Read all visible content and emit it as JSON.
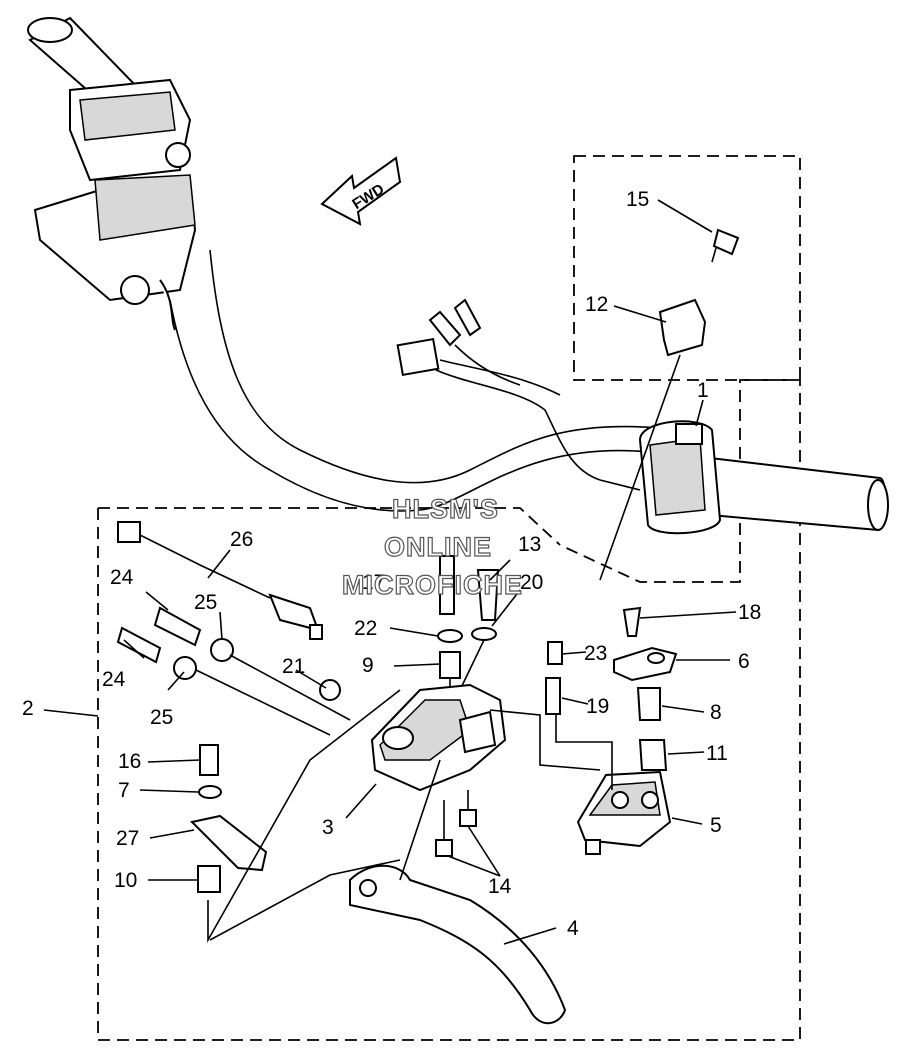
{
  "direction_label": "FWD",
  "watermark": [
    "HLSM'S",
    "ONLINE",
    "MICROFICHE"
  ],
  "parts": [
    "1",
    "2",
    "3",
    "4",
    "5",
    "6",
    "7",
    "8",
    "9",
    "10",
    "11",
    "12",
    "13",
    "14",
    "15",
    "16",
    "17",
    "18",
    "19",
    "20",
    "21",
    "22",
    "23",
    "24",
    "24",
    "25",
    "25",
    "26",
    "27"
  ]
}
